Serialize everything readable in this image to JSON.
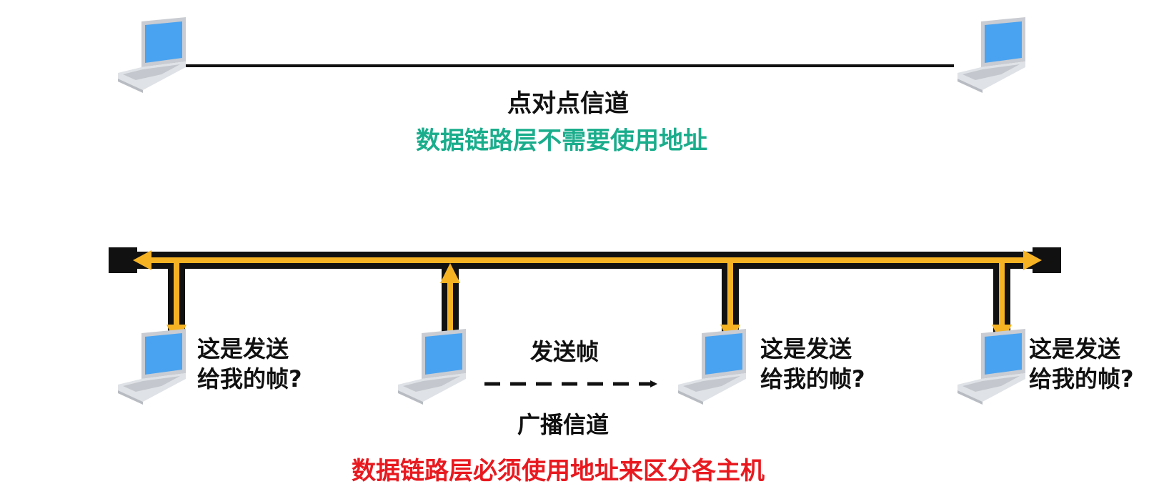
{
  "colors": {
    "wire": "#111111",
    "arrow": "#f5b324",
    "green": "#1aad8c",
    "red": "#e8191f",
    "screen": "#4aa3f0",
    "body": "#d9dce1"
  },
  "p2p": {
    "title": "点对点信道",
    "note": "数据链路层不需要使用地址"
  },
  "broadcast": {
    "send_label": "发送帧",
    "title": "广播信道",
    "note": "数据链路层必须使用地址来区分各主机",
    "hosts": [
      {
        "role": "receiver",
        "question_line1": "这是发送",
        "question_line2": "给我的帧?"
      },
      {
        "role": "sender"
      },
      {
        "role": "receiver",
        "question_line1": "这是发送",
        "question_line2": "给我的帧?"
      },
      {
        "role": "receiver",
        "question_line1": "这是发送",
        "question_line2": "给我的帧?"
      }
    ]
  },
  "icons": [
    "laptop-icon",
    "arrow-icon",
    "bus-terminator-icon"
  ]
}
